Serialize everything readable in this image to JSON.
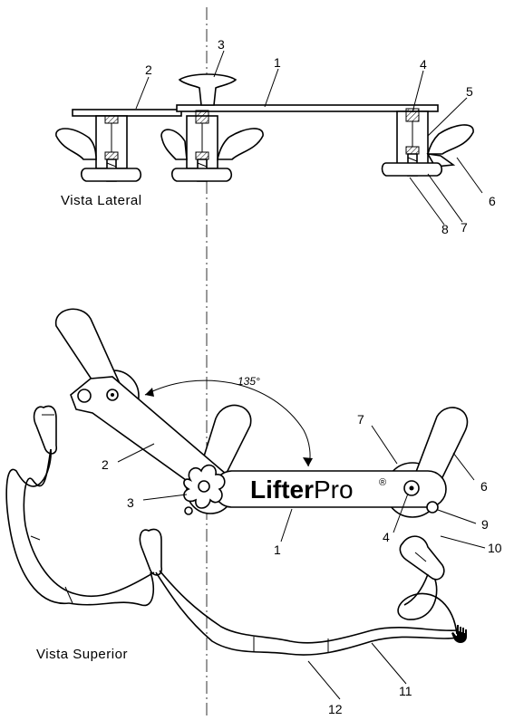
{
  "views": {
    "side": {
      "title": "Vista Lateral"
    },
    "top": {
      "title": "Vista Superior"
    }
  },
  "angle_label": "135°",
  "brand": {
    "name_bold": "Lifter",
    "name_light": "Pro",
    "registered": "®"
  },
  "side_callouts": [
    "3",
    "2",
    "1",
    "4",
    "5",
    "6",
    "8",
    "7"
  ],
  "top_callouts": [
    "2",
    "3",
    "1",
    "7",
    "6",
    "4",
    "9",
    "10",
    "11",
    "12"
  ],
  "icons": [
    "hand-cursor-icon"
  ]
}
